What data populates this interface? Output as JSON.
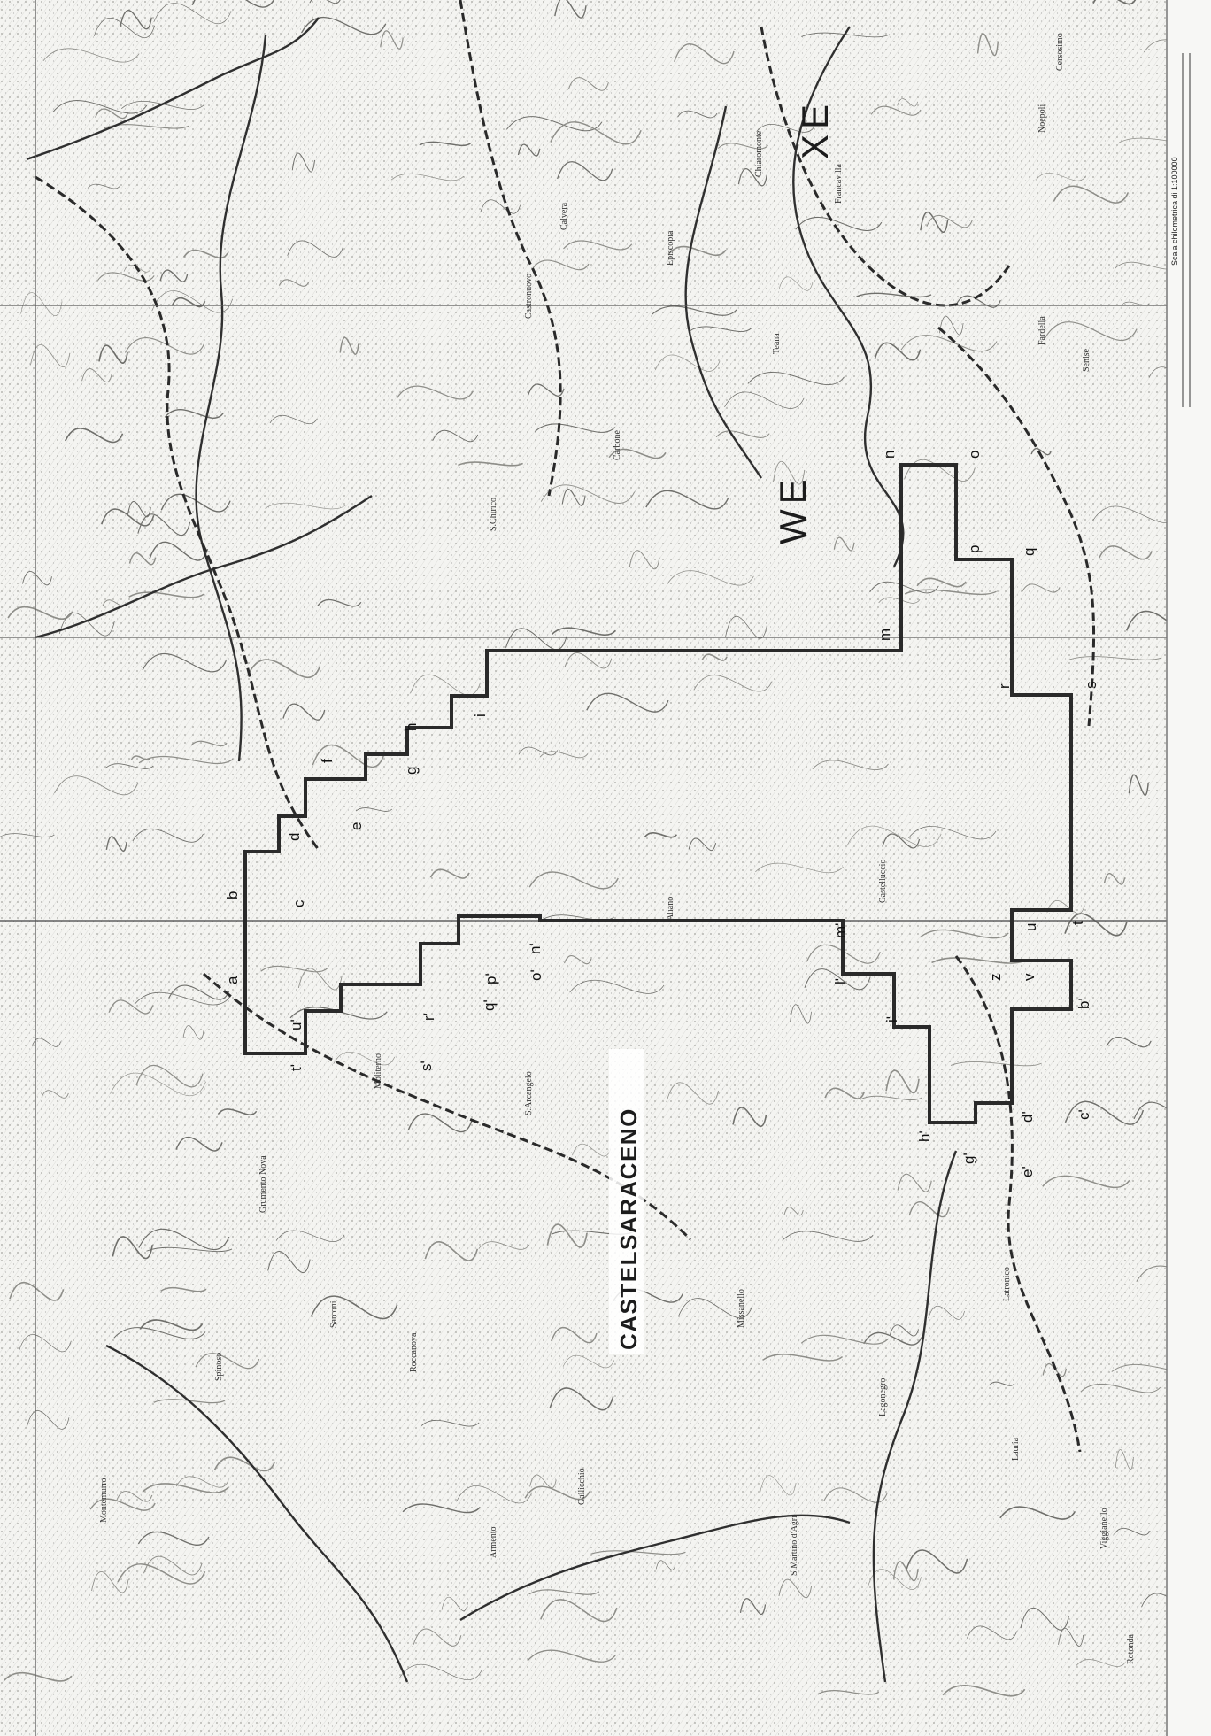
{
  "map": {
    "territory_name": "CASTELSARACENO",
    "region_marks": [
      "WE",
      "XE"
    ],
    "scale_note": "Scala chilometrica di 1:100000",
    "boundary_vertex_labels": [
      "a",
      "b",
      "c",
      "d",
      "e",
      "f",
      "g",
      "h",
      "i",
      "m",
      "n",
      "o",
      "p",
      "q",
      "r",
      "s",
      "t",
      "u",
      "v",
      "z",
      "b'",
      "c'",
      "d'",
      "e'",
      "g'",
      "h'",
      "i'",
      "l'",
      "m'",
      "n'",
      "o'",
      "p'",
      "q'",
      "r'",
      "s'",
      "t'",
      "u'"
    ],
    "place_labels": [
      "Castronuovo",
      "S.Chirico",
      "Castelluccio",
      "Latronico",
      "Carbone",
      "Episcopia",
      "Francavilla",
      "Chiaromonte",
      "Calvera",
      "Teana",
      "Fardella",
      "Senise",
      "Noepoli",
      "Cersosimo",
      "Moliterno",
      "Sarconi",
      "Grumento Nova",
      "Spinoso",
      "Montemurro",
      "Armento",
      "Gallicchio",
      "Missanello",
      "Aliano",
      "S.Arcangelo",
      "Roccanova",
      "S.Martino d'Agri",
      "Lagonegro",
      "Lauria",
      "Viggianello",
      "Rotonda"
    ],
    "colors": {
      "paper": "#f4f4f1",
      "boundary": "#2a2a2a",
      "grid": "#5a5a5a",
      "ink": "#1c1c1c"
    }
  }
}
